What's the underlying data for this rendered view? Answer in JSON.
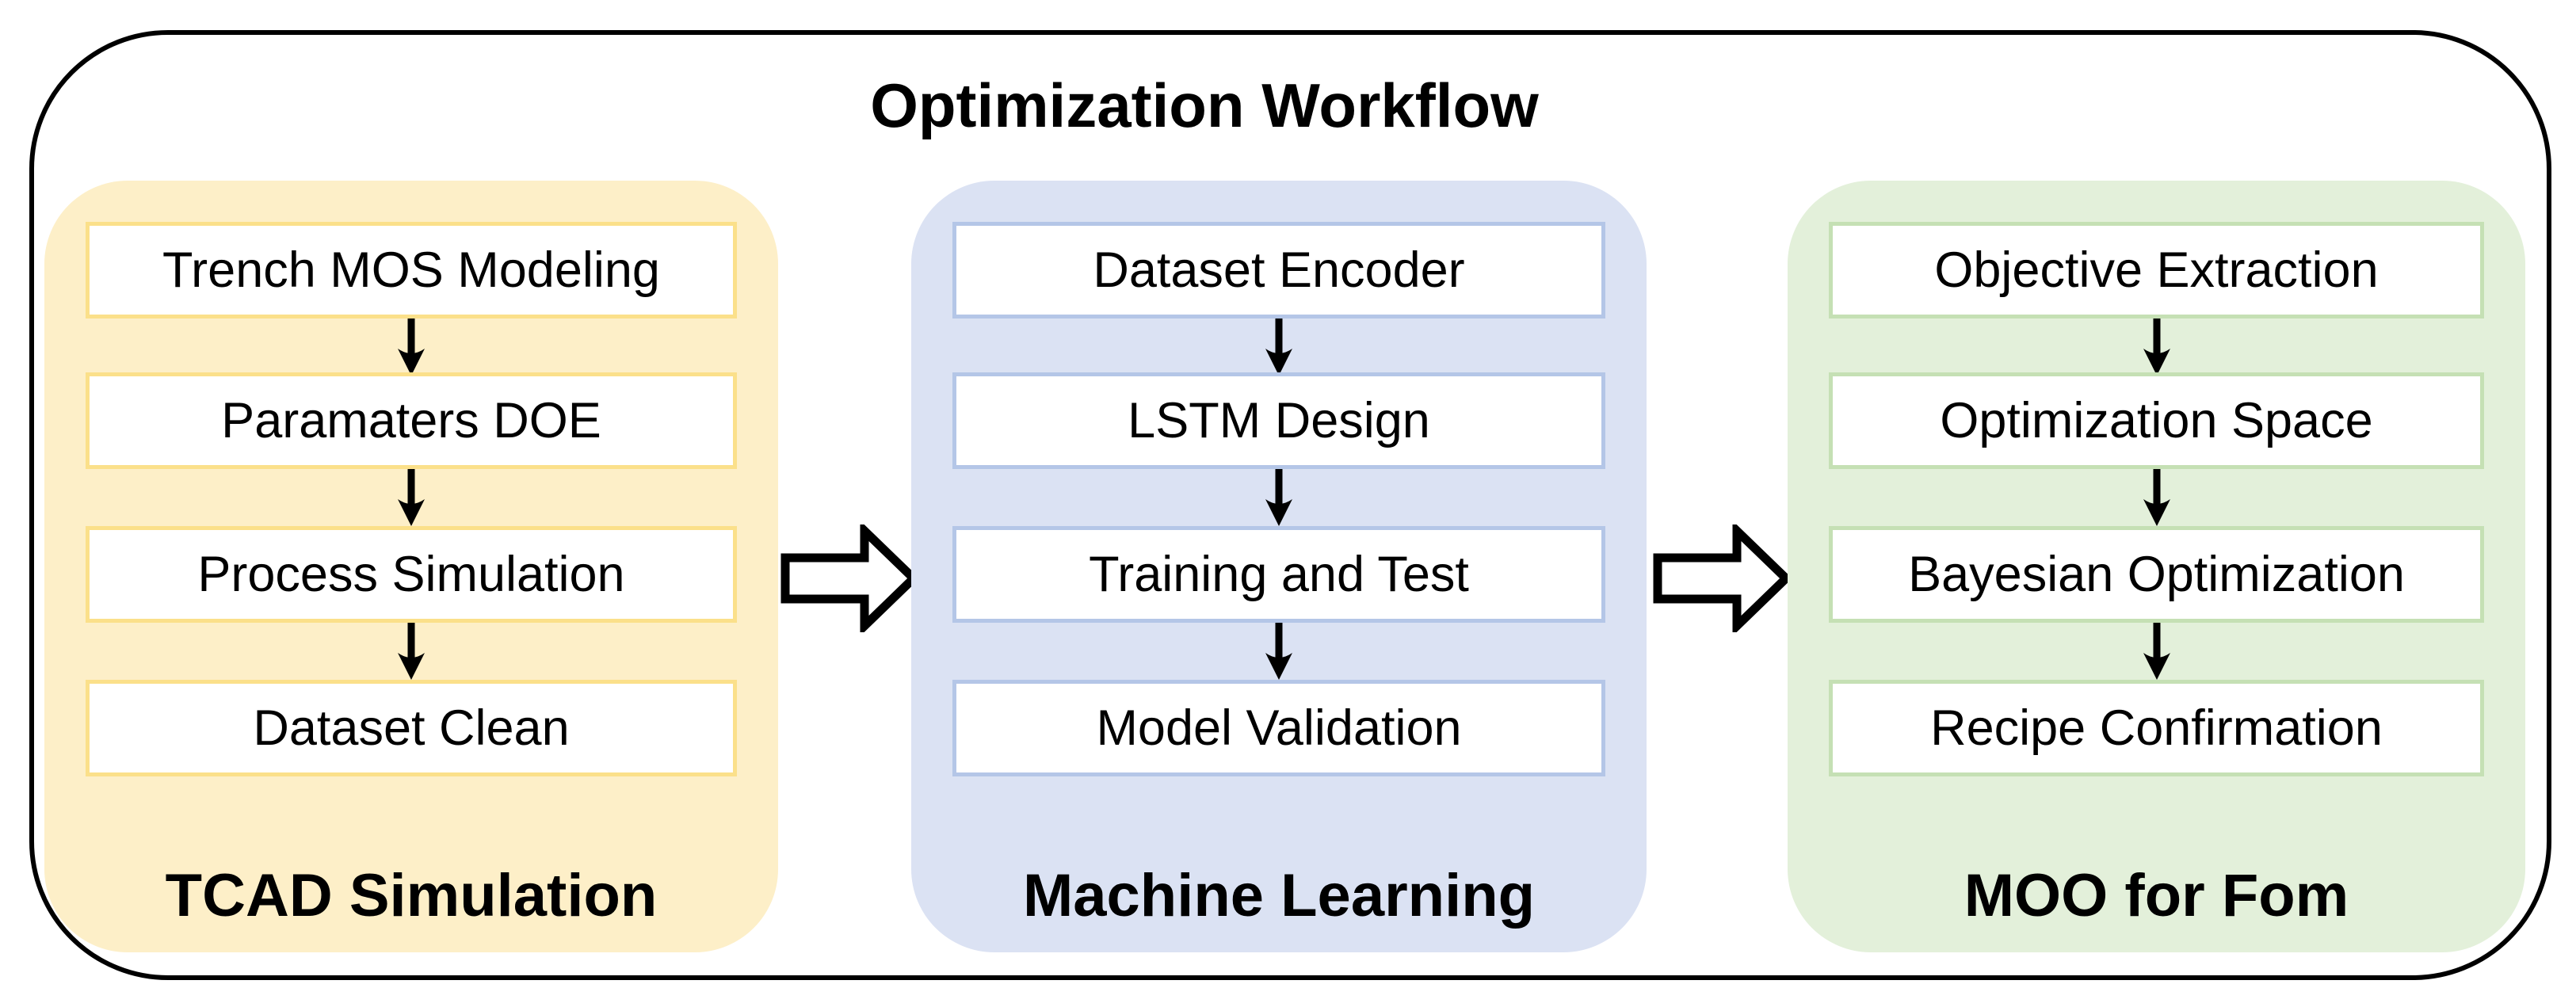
{
  "title": "Optimization Workflow",
  "panels": [
    {
      "id": "tcad-simulation",
      "label": "TCAD Simulation",
      "steps": [
        "Trench MOS Modeling",
        "Paramaters DOE",
        "Process Simulation",
        "Dataset Clean"
      ],
      "bg_color": "#FDEFC8",
      "box_border_color": "#FBE08A"
    },
    {
      "id": "machine-learning",
      "label": "Machine Learning",
      "steps": [
        "Dataset Encoder",
        "LSTM Design",
        "Training and Test",
        "Model Validation"
      ],
      "bg_color": "#DBE2F3",
      "box_border_color": "#B4C6E7"
    },
    {
      "id": "moo-for-fom",
      "label": "MOO for Fom",
      "steps": [
        "Objective Extraction",
        "Optimization Space",
        "Bayesian Optimization",
        "Recipe Confirmation"
      ],
      "bg_color": "#E3F0DA",
      "box_border_color": "#C5E0B4"
    }
  ],
  "icons": {
    "down_arrow": "down-arrow",
    "flow_arrow": "right-block-arrow"
  },
  "frame": {
    "border_color": "#000000",
    "background": "#FFFFFF"
  }
}
